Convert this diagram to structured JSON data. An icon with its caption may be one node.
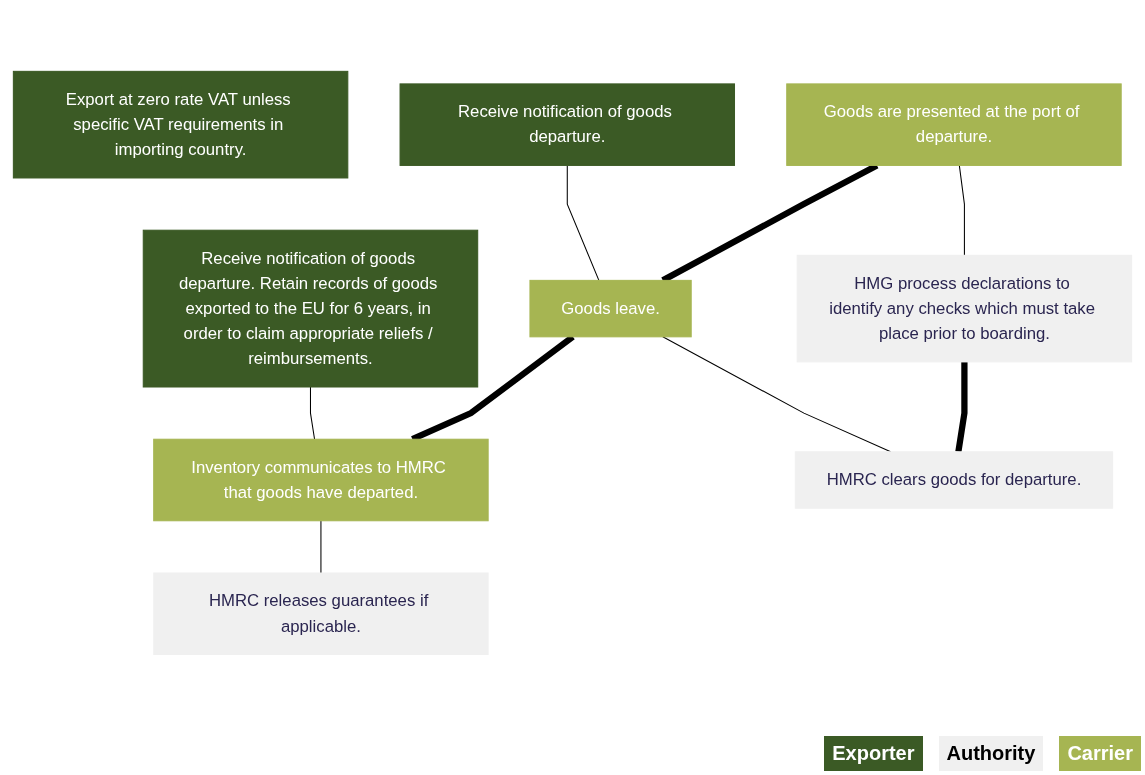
{
  "diagram": {
    "nodes": [
      {
        "text": [
          "Export at zero rate VAT unless specific VAT requirements in importing country."
        ]
      },
      {
        "text": [
          "Receive notification of goods departure."
        ]
      },
      {
        "text": [
          "Receive notification of goods departure. Retain records of goods exported to the EU for 6 years, in order to claim appropriate reliefs / reimbursements."
        ]
      },
      {
        "text": [
          "Goods are presented at the port of departure."
        ]
      },
      {
        "text": [
          "Goods leave."
        ]
      },
      {
        "text": [
          "Inventory communicates to HMRC that goods have departed."
        ]
      },
      {
        "text": [
          "HMG process declarations to identify any checks which must take place prior to boarding."
        ]
      },
      {
        "text": [
          "HMRC clears goods for departure."
        ]
      },
      {
        "text": [
          "HMRC releases guarantees if applicable."
        ]
      }
    ],
    "edges": [
      {
        "from": 1,
        "to": 4,
        "arrow": "none"
      },
      {
        "from": 2,
        "to": 5,
        "arrow": "none"
      },
      {
        "from": 3,
        "to": 4,
        "arrow": "none",
        "style": "thick"
      },
      {
        "from": 4,
        "to": 5,
        "arrow": "none",
        "style": "thick"
      },
      {
        "from": 3,
        "to": 6,
        "arrow": "none"
      },
      {
        "from": 4,
        "to": 7,
        "arrow": "none"
      },
      {
        "from": 5,
        "to": 8,
        "arrow": "none"
      },
      {
        "from": 6,
        "to": 7,
        "arrow": "none",
        "style": "thick"
      }
    ],
    "legend": [
      {
        "text": "Exporter",
        "color": "#3b5a25"
      },
      {
        "text": "Authority",
        "color": "#f0f0f0"
      },
      {
        "text": "Carrier",
        "color": "#a6b552"
      }
    ]
  }
}
